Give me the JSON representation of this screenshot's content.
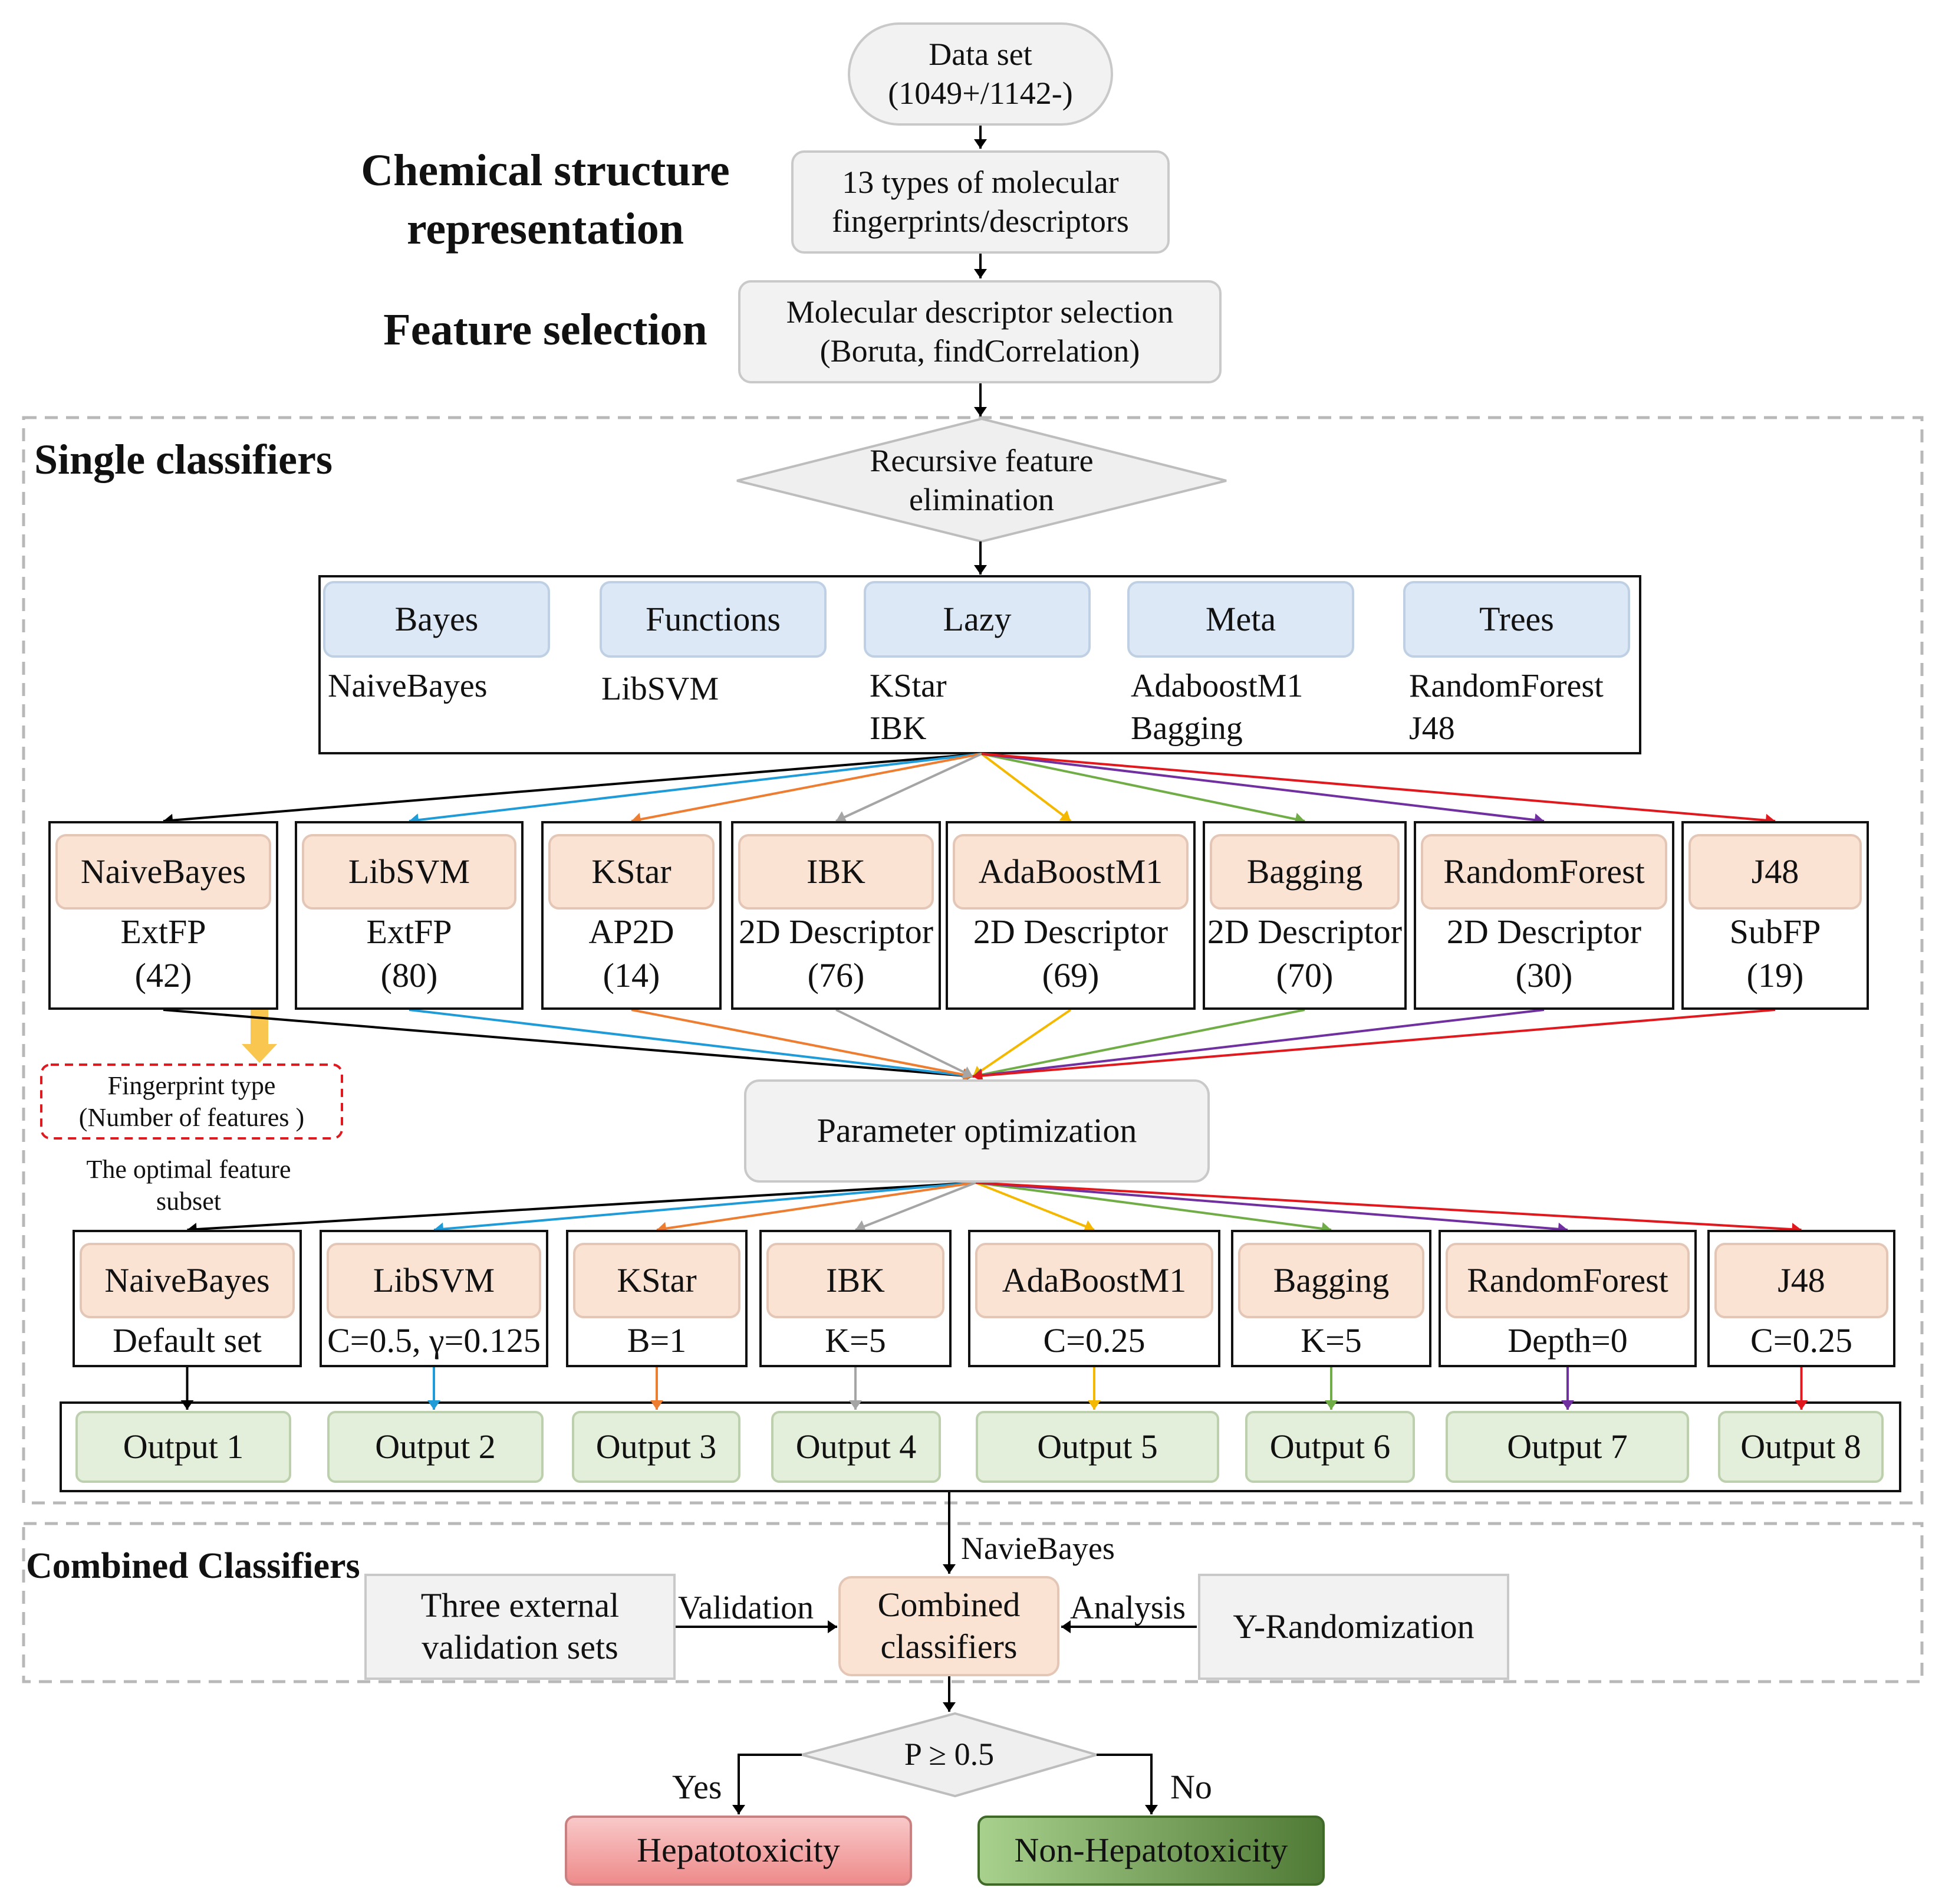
{
  "header": {
    "data_set": "Data set\n(1049+/1142-)",
    "fingerprints": "13 types of  molecular\nfingerprints/descriptors",
    "descriptor_selection": "Molecular descriptor selection\n(Boruta, findCorrelation)",
    "chem_heading": "Chemical structure\nrepresentation",
    "feature_heading": "Feature selection"
  },
  "single": {
    "title": "Single classifiers",
    "rfe": "Recursive feature\nelimination",
    "categories": [
      {
        "name": "Bayes",
        "methods": [
          "NaiveBayes"
        ]
      },
      {
        "name": "Functions",
        "methods": [
          "LibSVM"
        ]
      },
      {
        "name": "Lazy",
        "methods": [
          "KStar",
          "IBK"
        ]
      },
      {
        "name": "Meta",
        "methods": [
          "AdaboostM1",
          "Bagging"
        ]
      },
      {
        "name": "Trees",
        "methods": [
          "RandomForest",
          "J48"
        ]
      }
    ],
    "feature_models": [
      {
        "name": "NaiveBayes",
        "fp": "ExtFP",
        "n": "(42)"
      },
      {
        "name": "LibSVM",
        "fp": "ExtFP",
        "n": "(80)"
      },
      {
        "name": "KStar",
        "fp": "AP2D",
        "n": "(14)"
      },
      {
        "name": "IBK",
        "fp": "2D Descriptor",
        "n": "(76)"
      },
      {
        "name": "AdaBoostM1",
        "fp": "2D Descriptor",
        "n": "(69)"
      },
      {
        "name": "Bagging",
        "fp": "2D Descriptor",
        "n": "(70)"
      },
      {
        "name": "RandomForest",
        "fp": "2D Descriptor",
        "n": "(30)"
      },
      {
        "name": "J48",
        "fp": "SubFP",
        "n": "(19)"
      }
    ],
    "legend_box": "Fingerprint type\n(Number of features )",
    "legend_note": "The optimal feature\nsubset",
    "param_opt": "Parameter optimization",
    "param_models": [
      {
        "name": "NaiveBayes",
        "param": "Default set"
      },
      {
        "name": "LibSVM",
        "param": "C=0.5, γ=0.125"
      },
      {
        "name": "KStar",
        "param": "B=1"
      },
      {
        "name": "IBK",
        "param": "K=5"
      },
      {
        "name": "AdaBoostM1",
        "param": "C=0.25"
      },
      {
        "name": "Bagging",
        "param": "K=5"
      },
      {
        "name": "RandomForest",
        "param": "Depth=0"
      },
      {
        "name": "J48",
        "param": "C=0.25"
      }
    ],
    "outputs": [
      "Output 1",
      "Output 2",
      "Output 3",
      "Output 4",
      "Output 5",
      "Output 6",
      "Output 7",
      "Output 8"
    ]
  },
  "combined": {
    "title": "Combined Classifiers",
    "navie": "NavieBayes",
    "external": "Three external\nvalidation sets",
    "validation": "Validation",
    "combined": "Combined\nclassifiers",
    "analysis": "Analysis",
    "yrand": "Y-Randomization"
  },
  "decision": {
    "condition": "P ≥ 0.5",
    "yes": "Yes",
    "no": "No",
    "positive": "Hepatotoxicity",
    "negative": "Non-Hepatotoxicity"
  },
  "colors": {
    "arrow_colors": [
      "#000000",
      "#1f9bd7",
      "#ed7d31",
      "#a5a5a5",
      "#f5b800",
      "#70ad47",
      "#7030a0",
      "#e0191f"
    ],
    "highlight_dash": "#e0191f",
    "pointer_arrow": "#f9c74f",
    "hepatotoxicity_fill": "#f4a6a6",
    "non_hepatotoxicity_fill": "#7faf5f"
  }
}
